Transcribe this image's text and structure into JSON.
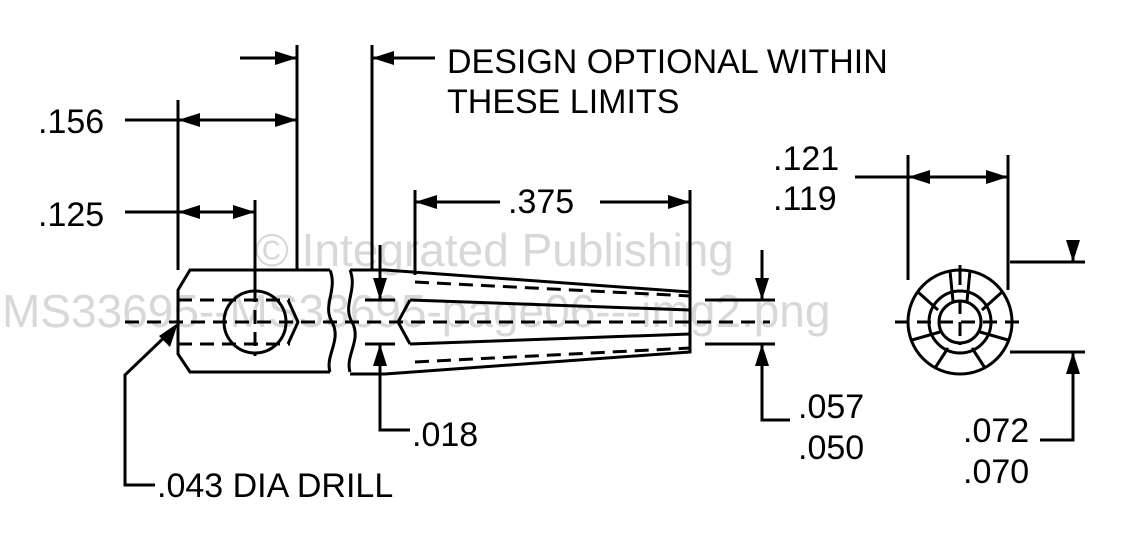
{
  "drawing": {
    "note_line1": "DESIGN OPTIONAL WITHIN",
    "note_line2": "THESE LIMITS",
    "dim_156": ".156",
    "dim_125": ".125",
    "dim_375": ".375",
    "dim_121": ".121",
    "dim_119": ".119",
    "dim_057": ".057",
    "dim_050": ".050",
    "dim_072": ".072",
    "dim_070": ".070",
    "dim_018": ".018",
    "drill_note": ".043 DIA DRILL"
  },
  "watermark": {
    "line1": "© Integrated Publishing",
    "line2": "MS33695--MS33695-page06---img2.png"
  }
}
